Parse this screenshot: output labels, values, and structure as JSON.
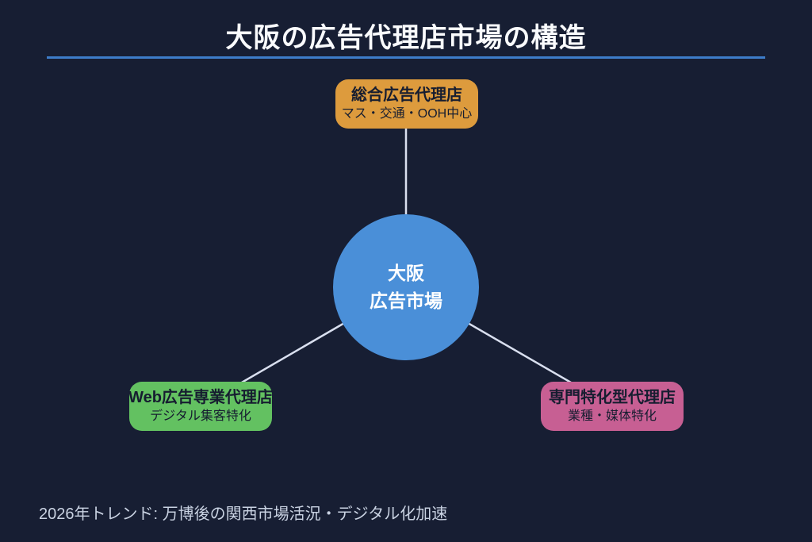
{
  "title": "大阪の広告代理店市場の構造",
  "center": {
    "line1": "大阪",
    "line2": "広告市場"
  },
  "nodes": [
    {
      "id": "general-agency",
      "title": "総合広告代理店",
      "subtitle": "マス・交通・OOH中心"
    },
    {
      "id": "web-agency",
      "title": "Web広告専業代理店",
      "subtitle": "デジタル集客特化"
    },
    {
      "id": "specialized-agency",
      "title": "専門特化型代理店",
      "subtitle": "業種・媒体特化"
    }
  ],
  "footer": "2026年トレンド: 万博後の関西市場活況・デジタル化加速",
  "colors": {
    "background": "#171E33",
    "title_text": "#FAFBFD",
    "title_underline": "#3D7CC9",
    "center_circle": "#4A8FD8",
    "center_text": "#FFFFFF",
    "node_general": "#DD9B3D",
    "node_web": "#63C161",
    "node_specialized": "#C75F93",
    "node_text": "#161D30",
    "connector_line": "#D9DFEF",
    "footer_text": "#C9D2E2"
  }
}
